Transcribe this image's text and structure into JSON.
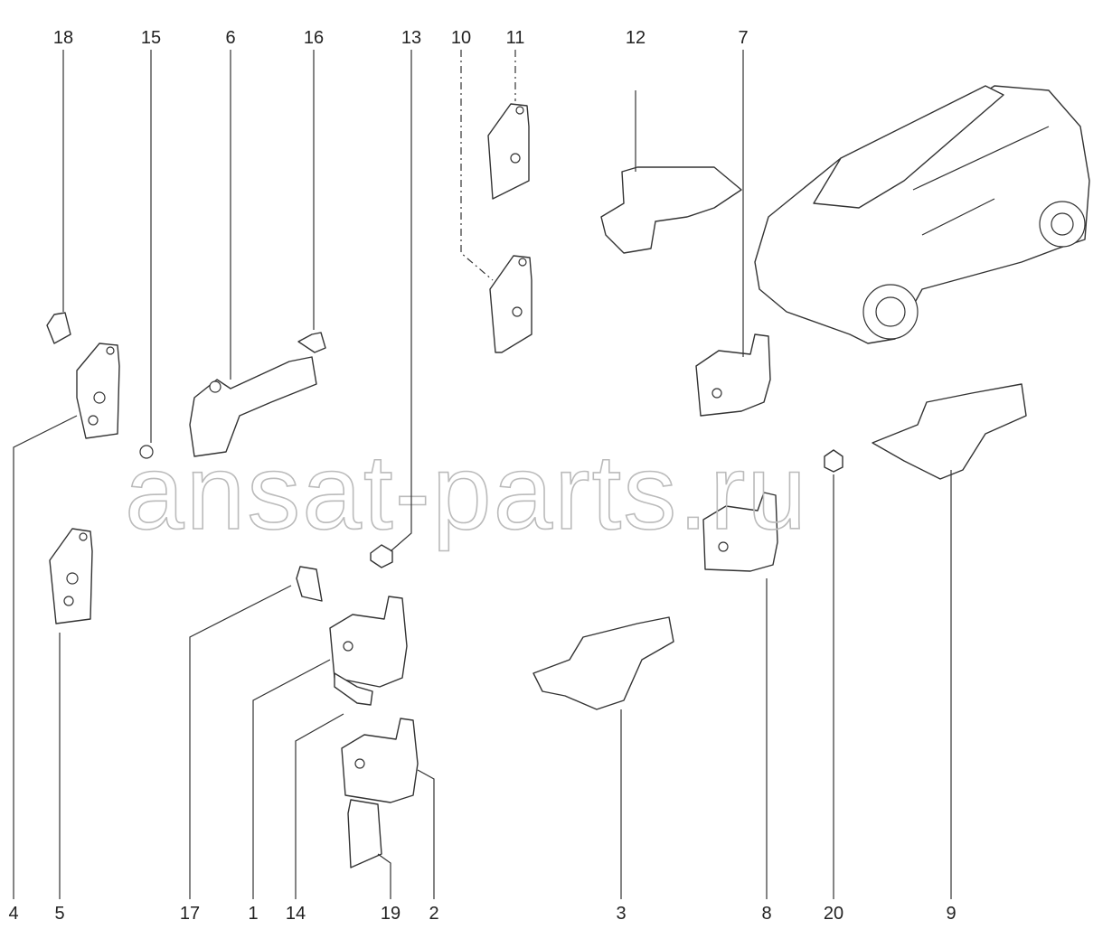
{
  "watermark": "ansat-parts.ru",
  "callouts": [
    "18",
    "15",
    "6",
    "16",
    "13",
    "10",
    "11",
    "12",
    "7",
    "4",
    "5",
    "17",
    "1",
    "14",
    "19",
    "2",
    "3",
    "8",
    "20",
    "9"
  ]
}
